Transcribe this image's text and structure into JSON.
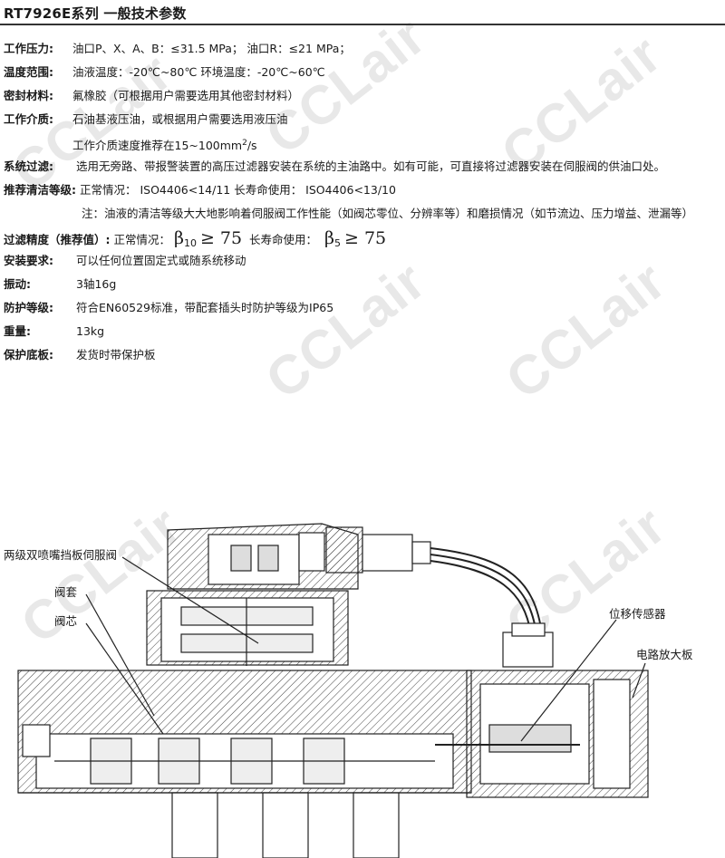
{
  "title": "RT7926E系列 一般技术参数",
  "specs": {
    "pressure": {
      "label": "工作压力:",
      "value": "油口P、X、A、B：≤31.5 MPa；   油口R：≤21 MPa；"
    },
    "temperature": {
      "label": "温度范围:",
      "value": "油液温度：-20℃~80℃   环境温度：-20℃~60℃"
    },
    "seal": {
      "label": "密封材料:",
      "value": "氟橡胶（可根据用户需要选用其他密封材料）"
    },
    "medium": {
      "label": "工作介质:",
      "value": "石油基液压油，或根据用户需要选用液压油",
      "value2_prefix": "工作介质速度推荐在15~100mm",
      "value2_sup": "2",
      "value2_suffix": "/s"
    },
    "filtration": {
      "label": "系统过滤:",
      "value": "选用无旁路、带报警装置的高压过滤器安装在系统的主油路中。如有可能，可直接将过滤器安装在伺服阀的供油口处。"
    },
    "cleanliness": {
      "label": "推荐清洁等级:",
      "value": "正常情况：   ISO4406<14/11    长寿命使用：  ISO4406<13/10",
      "note": "注：油液的清洁等级大大地影响着伺服阀工作性能（如阀芯零位、分辨率等）和磨损情况（如节流边、压力增益、泄漏等）"
    },
    "precision": {
      "label": "过滤精度（推荐值）:",
      "normal": "正常情况：",
      "beta1": "β",
      "beta1_sub": "10",
      "beta1_val": "≥ 75",
      "long": "长寿命使用：",
      "beta2": "β",
      "beta2_sub": "5",
      "beta2_val": "≥ 75"
    },
    "install": {
      "label": "安装要求:",
      "value": "可以任何位置固定式或随系统移动"
    },
    "vibration": {
      "label": "振动:",
      "value": "3轴16g"
    },
    "protection": {
      "label": "防护等级:",
      "value": "符合EN60529标准，带配套插头时防护等级为IP65"
    },
    "weight": {
      "label": "重量:",
      "value": "13kg"
    },
    "cover": {
      "label": "保护底板:",
      "value": "发货时带保护板"
    }
  },
  "diagram": {
    "labels": {
      "servo_valve": "两级双喷嘴挡板伺服阀",
      "sleeve": "阀套",
      "spool": "阀芯",
      "sensor": "位移传感器",
      "amplifier": "电路放大板"
    }
  },
  "watermark": "CCLair",
  "colors": {
    "text": "#1a1a1a",
    "watermark": "#e8e8e8",
    "line": "#222222"
  }
}
